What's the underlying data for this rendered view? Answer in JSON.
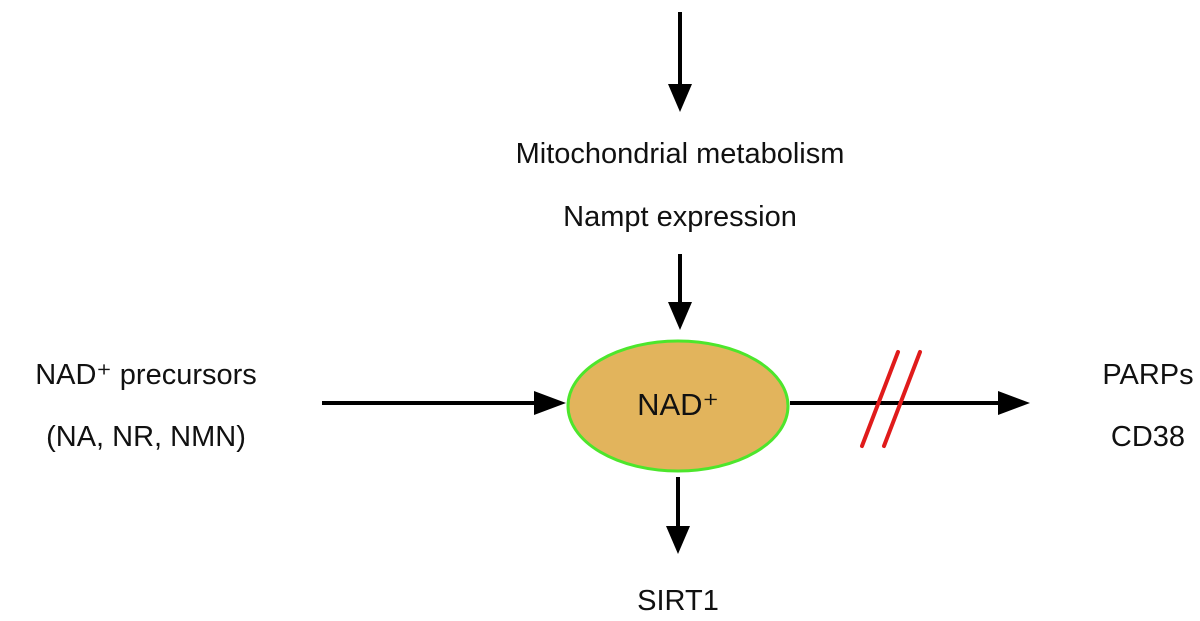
{
  "top_labels": {
    "line1": "Mitochondrial metabolism",
    "line2": "Nampt expression"
  },
  "node": {
    "label": "NAD⁺"
  },
  "left_labels": {
    "line1": "NAD⁺ precursors",
    "line2": "(NA, NR, NMN)"
  },
  "right_labels": {
    "line1": "PARPs",
    "line2": "CD38"
  },
  "bottom_label": "SIRT1",
  "colors": {
    "arrow": "#000000",
    "node_fill": "#e2b45c",
    "node_stroke": "#4de62c",
    "inhibition": "#e01b1b",
    "background": "#ffffff",
    "text": "#111111"
  }
}
